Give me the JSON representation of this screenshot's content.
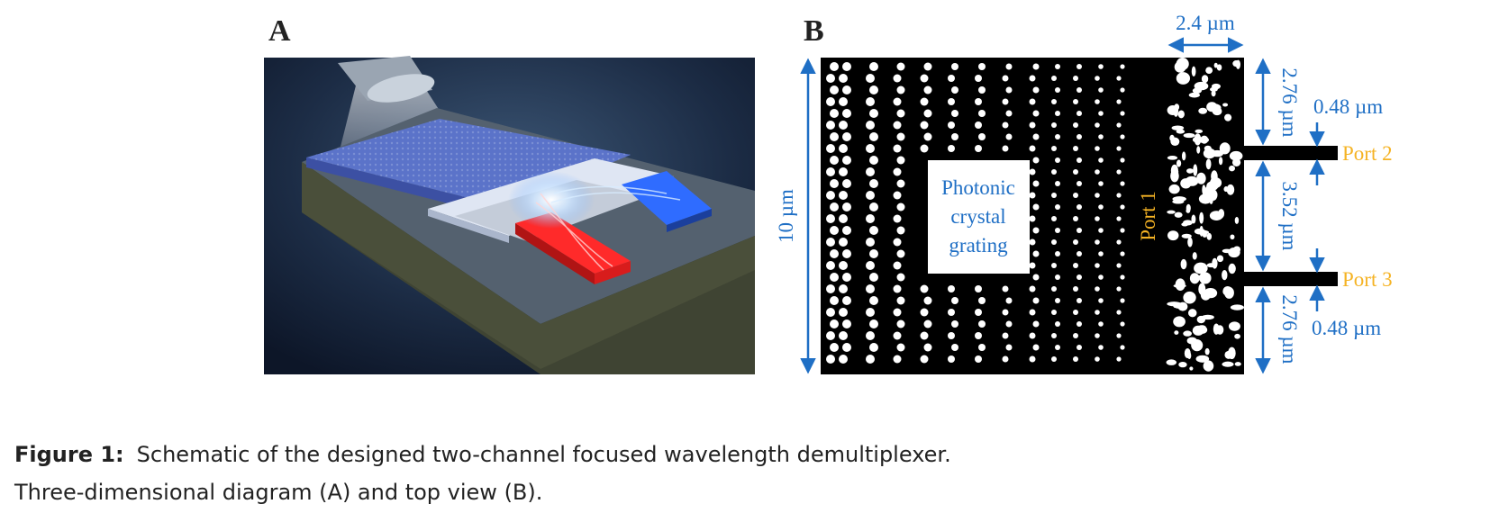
{
  "panels": {
    "a_letter": "A",
    "b_letter": "B"
  },
  "top_view": {
    "inner_label": [
      "Photonic",
      "crystal",
      "grating"
    ],
    "port_1": "Port 1",
    "port_2": "Port 2",
    "port_3": "Port 3",
    "dim_height": "10 µm",
    "dim_width": "2.4 µm",
    "dim_top": "2.76 µm",
    "dim_mid": "3.52 µm",
    "dim_bottom": "2.76 µm",
    "dim_wg_top": "0.48 µm",
    "dim_wg_bottom": "0.48 µm"
  },
  "colors": {
    "dimension_blue": "#1f6fc5",
    "port_yellow": "#f5b324",
    "red_channel": "#ff2a2a",
    "blue_channel": "#2f6cff"
  },
  "caption": {
    "lead": "Figure 1:",
    "line1": "Schematic of the designed two-channel focused wavelength demultiplexer.",
    "line2": "Three-dimensional diagram (A) and top view (B)."
  }
}
